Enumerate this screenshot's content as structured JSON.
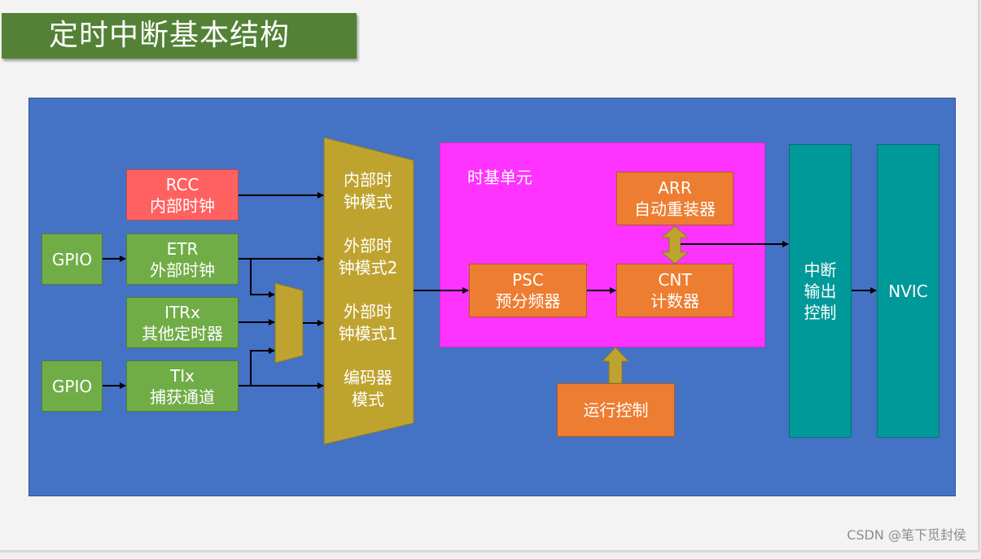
{
  "title": "定时中断基本结构",
  "inputs": {
    "gpio_top": "GPIO",
    "gpio_bottom": "GPIO",
    "rcc": [
      "RCC",
      "内部时钟"
    ],
    "etr": [
      "ETR",
      "外部时钟"
    ],
    "itrx": [
      "ITRx",
      "其他定时器"
    ],
    "tix": [
      "TIx",
      "捕获通道"
    ]
  },
  "mode_selector": {
    "modes": [
      [
        "内部时",
        "钟模式"
      ],
      [
        "外部时",
        "钟模式2"
      ],
      [
        "外部时",
        "钟模式1"
      ],
      [
        "编码器",
        "模式"
      ]
    ]
  },
  "time_base": {
    "label": "时基单元",
    "arr": [
      "ARR",
      "自动重装器"
    ],
    "psc": [
      "PSC",
      "预分频器"
    ],
    "cnt": [
      "CNT",
      "计数器"
    ]
  },
  "run_control": "运行控制",
  "interrupt_output": [
    "中断",
    "输出",
    "控制"
  ],
  "nvic": "NVIC",
  "watermark": "CSDN @笔下觅封侯",
  "colors": {
    "title_bg": "#538135",
    "panel_bg": "#4472c4",
    "green_box": "#70ad47",
    "rcc_box": "#ff6161",
    "orange_box": "#ed7d31",
    "magenta": "#ff33ff",
    "teal": "#009999",
    "olive": "#bfa32f"
  }
}
